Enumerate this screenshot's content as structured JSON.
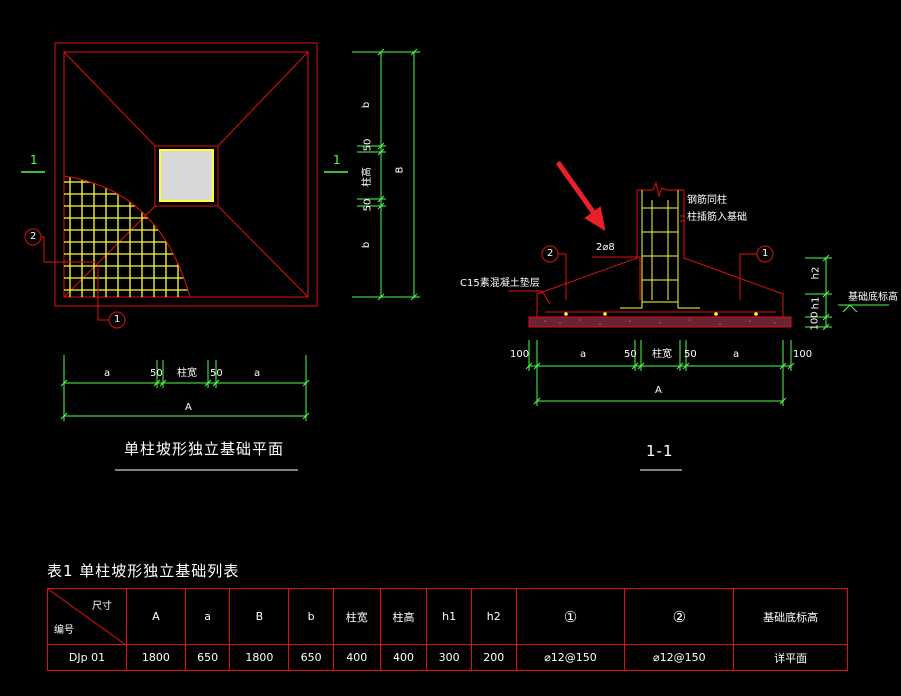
{
  "plan": {
    "title": "单柱坡形独立基础平面",
    "section_mark_left": "1",
    "section_mark_right": "1",
    "bubble_1": "1",
    "bubble_2": "2",
    "dims_bottom": [
      "a",
      "50",
      "柱宽",
      "50",
      "a"
    ],
    "dim_total": "A",
    "dims_right": [
      "b",
      "50",
      "柱高",
      "50",
      "b"
    ],
    "dim_total_right": "B"
  },
  "section": {
    "title": "1-1",
    "label_column": "钢筋同柱",
    "label_anchor": "柱插筋入基础",
    "label_rebar": "2⌀8",
    "label_cushion": "C15素混凝土垫层",
    "label_elevation": "基础底标高",
    "bubble_1": "1",
    "bubble_2": "2",
    "dims_right": [
      "h2",
      "h1",
      "100"
    ],
    "dims_bottom": [
      "100",
      "a",
      "50",
      "柱宽",
      "50",
      "a",
      "100"
    ],
    "dim_total": "A"
  },
  "table": {
    "caption": "表1  单柱坡形独立基础列表",
    "corner_top": "尺寸",
    "corner_bottom": "编号",
    "headers": [
      "A",
      "a",
      "B",
      "b",
      "柱宽",
      "柱高",
      "h1",
      "h2",
      "①",
      "②",
      "基础底标高"
    ],
    "rows": [
      {
        "id": "DJp 01",
        "cells": [
          "1800",
          "650",
          "1800",
          "650",
          "400",
          "400",
          "300",
          "200",
          "⌀12@150",
          "⌀12@150",
          "详平面"
        ]
      }
    ]
  },
  "colors": {
    "outline": "#e01010",
    "dim": "#4cff4c",
    "rebar": "#ffff30",
    "arrow": "#e8202a"
  }
}
